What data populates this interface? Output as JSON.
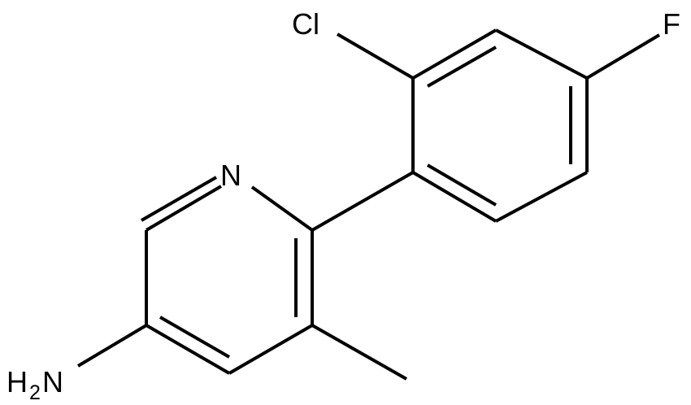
{
  "molecule": {
    "atoms": {
      "chlorine": "Cl",
      "fluorine": "F",
      "pyridine_nitrogen": "N",
      "amine_h": "H",
      "amine_h_count": "2",
      "amine_n": "N"
    }
  },
  "colors": {
    "background": "#ffffff",
    "ink": "#000000"
  }
}
